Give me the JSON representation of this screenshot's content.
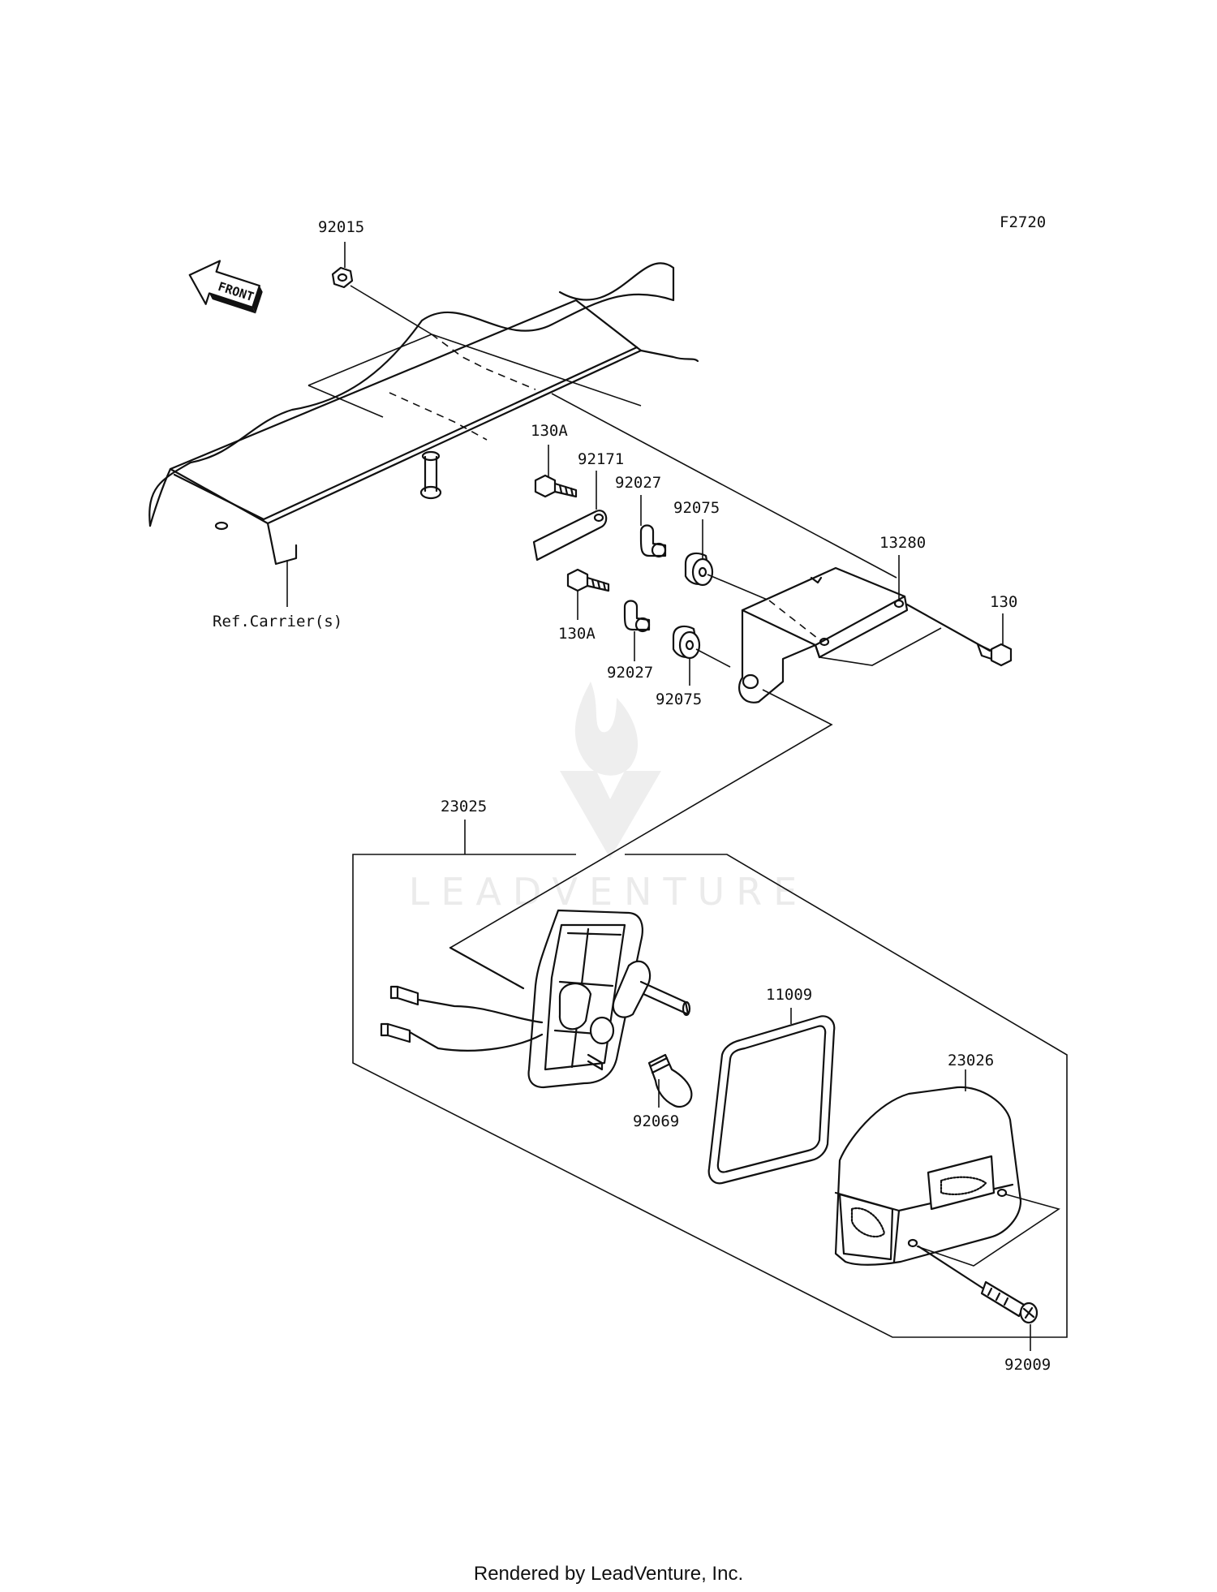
{
  "figure_code": "F2720",
  "front_arrow_label": "FRONT",
  "reference_label": "Ref.Carrier(s)",
  "callouts": {
    "p92015": "92015",
    "p130A_top": "130A",
    "p92171": "92171",
    "p92027_top": "92027",
    "p92075_top": "92075",
    "p13280": "13280",
    "p130": "130",
    "p130A_bottom": "130A",
    "p92027_bottom": "92027",
    "p92075_bottom": "92075",
    "p23025": "23025",
    "p11009": "11009",
    "p23026": "23026",
    "p92069": "92069",
    "p92009": "92009"
  },
  "watermark": "LEADVENTURE",
  "footer": "Rendered by LeadVenture, Inc."
}
